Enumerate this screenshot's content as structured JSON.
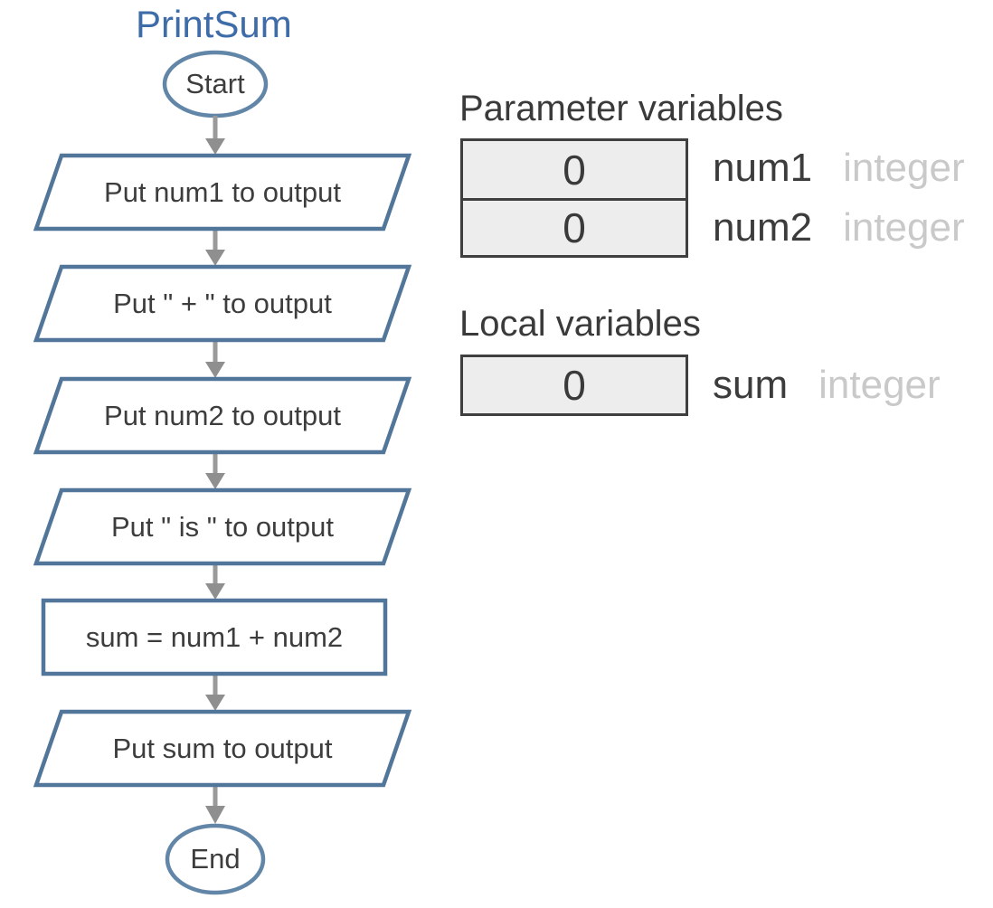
{
  "function_name": "PrintSum",
  "flowchart": {
    "start_label": "Start",
    "end_label": "End",
    "steps": [
      {
        "type": "output",
        "label": "Put num1 to output"
      },
      {
        "type": "output",
        "label": "Put \" + \" to output"
      },
      {
        "type": "output",
        "label": "Put num2 to output"
      },
      {
        "type": "output",
        "label": "Put \" is \" to output"
      },
      {
        "type": "assignment",
        "label": "sum = num1 + num2"
      },
      {
        "type": "output",
        "label": "Put sum to output"
      }
    ]
  },
  "watch_panel": {
    "parameter_heading": "Parameter variables",
    "local_heading": "Local variables",
    "parameters": [
      {
        "value": "0",
        "name": "num1",
        "type": "integer"
      },
      {
        "value": "0",
        "name": "num2",
        "type": "integer"
      }
    ],
    "locals": [
      {
        "value": "0",
        "name": "sum",
        "type": "integer"
      }
    ]
  },
  "colors": {
    "title_blue": "#3e6ca8",
    "shape_border_blue": "#527699",
    "terminal_border_blue": "#6286a8",
    "arrow_gray": "#9a9a9a",
    "box_fill": "#ededed",
    "box_border": "#3f3f3f",
    "type_gray": "#c9c9c9",
    "shape_text": "#3d3d3d"
  }
}
